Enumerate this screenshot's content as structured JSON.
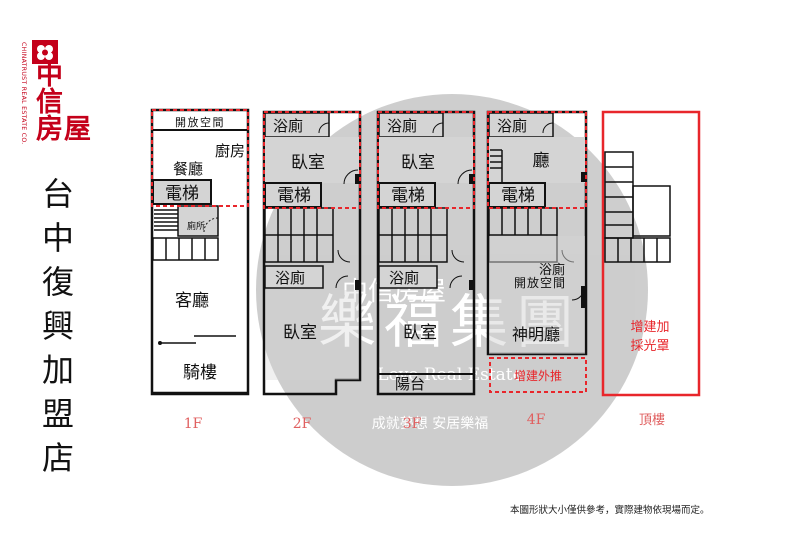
{
  "brand": {
    "logo_icon": "chinatrust-flower-logo",
    "name_chars": [
      "中",
      "信",
      "房",
      "屋"
    ],
    "subtitle": "CHINATRUST REAL ESTATE CO.",
    "color": "#c4001a"
  },
  "store_chars": [
    "台",
    "中",
    "復",
    "興",
    "加",
    "盟",
    "店"
  ],
  "watermark": {
    "title": "樂福集團",
    "line1": "Love Real Estate",
    "line2": "成就夢想 安居樂福",
    "sub": "中信房屋"
  },
  "floors": {
    "f1": {
      "label": "1F",
      "open_space": "開放空間",
      "kitchen": "廚房",
      "dining": "餐廳",
      "elevator": "電梯",
      "toilet": "廁所",
      "living": "客廳",
      "arcade": "騎樓"
    },
    "f2": {
      "label": "2F",
      "bath1": "浴廁",
      "bedroom1": "臥室",
      "elevator": "電梯",
      "bath2": "浴廁",
      "bedroom2": "臥室"
    },
    "f3": {
      "label": "3F",
      "bath1": "浴廁",
      "bedroom1": "臥室",
      "elevator": "電梯",
      "bath2": "浴廁",
      "bedroom2": "臥室",
      "balcony": "陽台"
    },
    "f4": {
      "label": "4F",
      "bath1": "浴廁",
      "hall": "廳",
      "elevator": "電梯",
      "bath2": "浴廁",
      "open_space": "開放空間",
      "shrine": "神明廳",
      "extension": "增建外推"
    },
    "roof": {
      "label": "頂樓",
      "note_line1": "增建加",
      "note_line2": "採光罩"
    }
  },
  "disclaimer": "本圖形狀大小僅供參考，實際建物依現場而定。",
  "colors": {
    "wall": "#111111",
    "room": "#d4d4d4",
    "highlight": "#e8262b",
    "floor_label": "#e06060"
  }
}
